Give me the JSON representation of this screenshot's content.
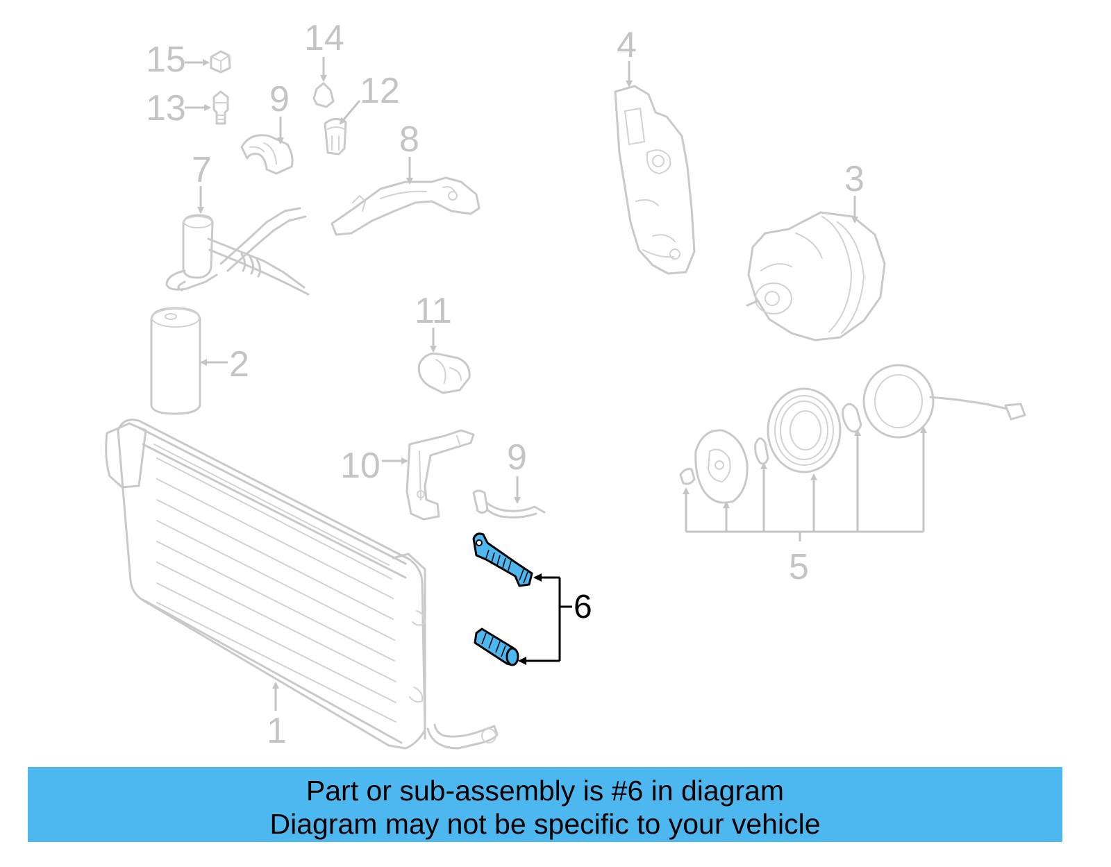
{
  "labels": {
    "l1": "1",
    "l2": "2",
    "l3": "3",
    "l4": "4",
    "l5": "5",
    "l6": "6",
    "l7": "7",
    "l8": "8",
    "l9a": "9",
    "l9b": "9",
    "l10": "10",
    "l11": "11",
    "l12": "12",
    "l13": "13",
    "l14": "14",
    "l15": "15"
  },
  "banner": {
    "line1": "Part or sub-assembly is #6 in diagram",
    "line2": "Diagram may not be specific to your vehicle"
  },
  "colors": {
    "highlight": "#4db8f0",
    "ghost": "#c9c9c9",
    "banner": "#4db8f0"
  }
}
